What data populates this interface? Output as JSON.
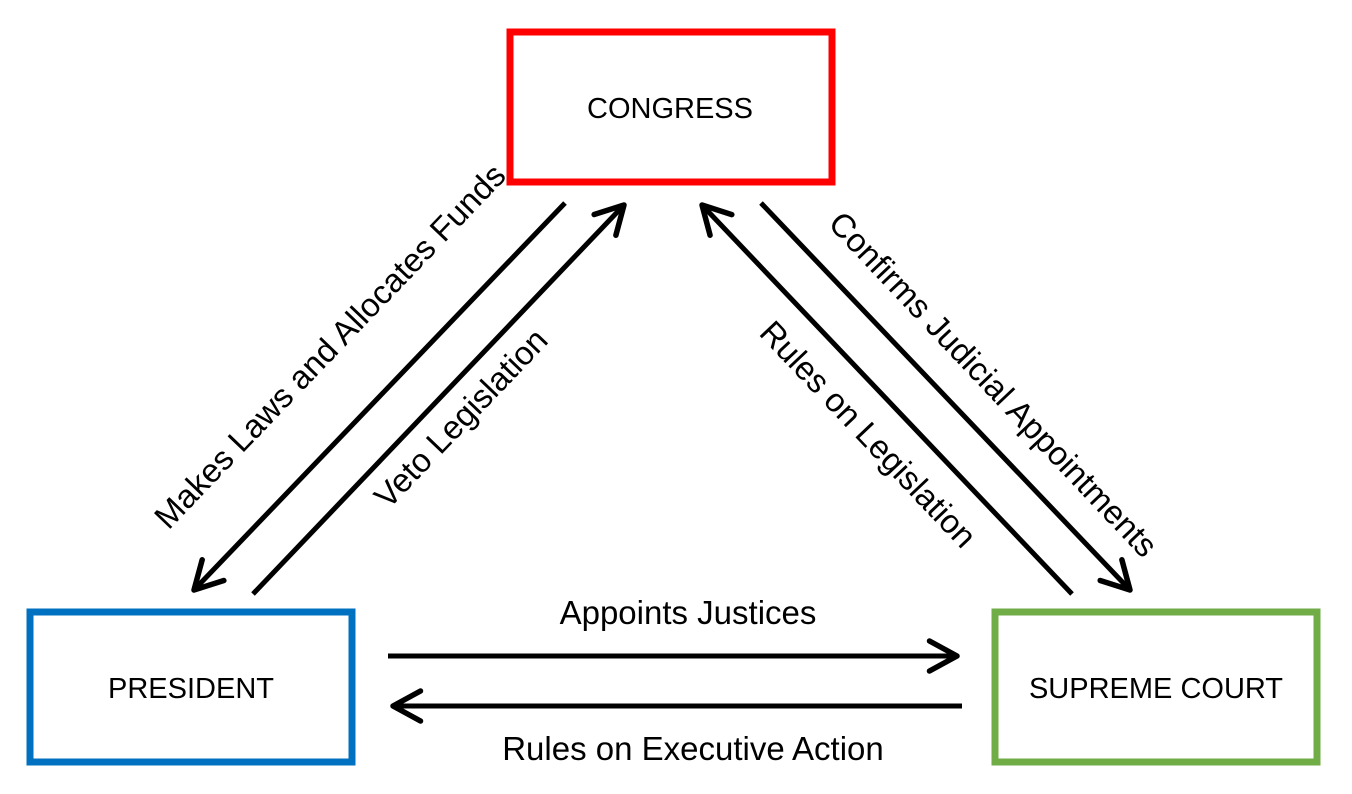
{
  "nodes": {
    "congress": {
      "label": "CONGRESS",
      "color": "#ff0000"
    },
    "president": {
      "label": "PRESIDENT",
      "color": "#0070c0"
    },
    "supreme_court": {
      "label": "SUPREME COURT",
      "color": "#70ad47"
    }
  },
  "edges": {
    "makes_laws": {
      "from": "congress",
      "to": "president",
      "label": "Makes Laws and Allocates Funds"
    },
    "veto": {
      "from": "president",
      "to": "congress",
      "label": "Veto Legislation"
    },
    "rules_legislation": {
      "from": "supreme_court",
      "to": "congress",
      "label": "Rules on Legislation"
    },
    "confirms": {
      "from": "congress",
      "to": "supreme_court",
      "label": "Confirms Judicial Appointments"
    },
    "appoints": {
      "from": "president",
      "to": "supreme_court",
      "label": "Appoints Justices"
    },
    "rules_executive": {
      "from": "supreme_court",
      "to": "president",
      "label": "Rules on Executive Action"
    }
  }
}
